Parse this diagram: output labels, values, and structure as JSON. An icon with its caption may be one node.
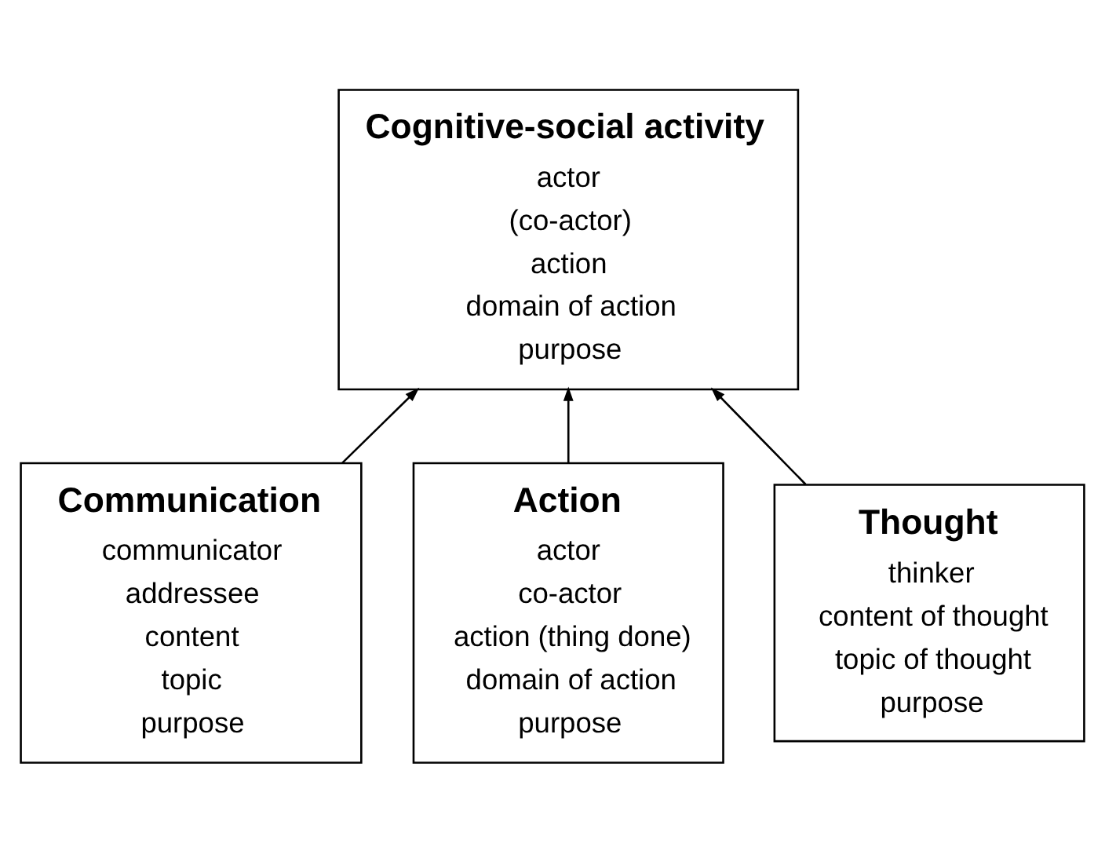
{
  "diagram": {
    "nodes": [
      {
        "text": [
          "Cognitive-social activity",
          "actor",
          "(co-actor)",
          "action",
          "domain of action",
          "purpose"
        ]
      },
      {
        "text": [
          "Communication",
          "communicator",
          "addressee",
          "content",
          "topic",
          "purpose"
        ]
      },
      {
        "text": [
          "Action",
          "actor",
          "co-actor",
          "action (thing done)",
          "domain of action",
          "purpose"
        ]
      },
      {
        "text": [
          "Thought",
          "thinker",
          "content of thought",
          "topic of thought",
          "purpose"
        ]
      }
    ],
    "edges": [
      {
        "from": 1,
        "to": 0,
        "arrow": "to"
      },
      {
        "from": 2,
        "to": 0,
        "arrow": "to"
      },
      {
        "from": 3,
        "to": 0,
        "arrow": "to"
      }
    ]
  }
}
